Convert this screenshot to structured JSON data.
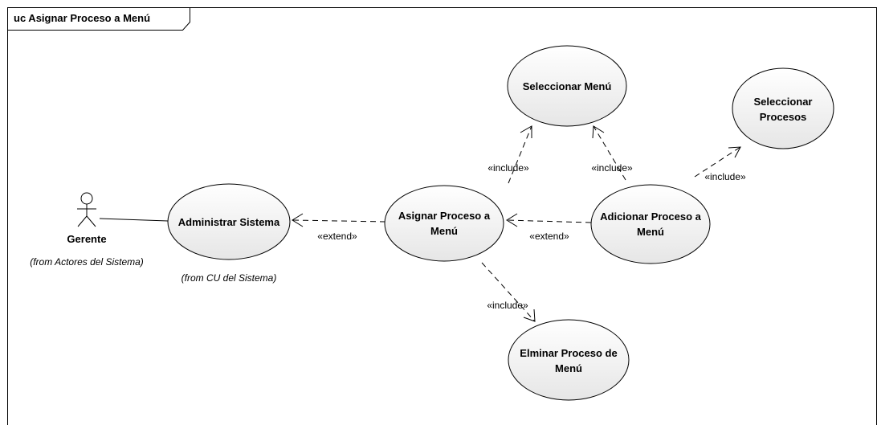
{
  "frame": {
    "title": "uc Asignar Proceso a Menú"
  },
  "actor": {
    "name": "Gerente",
    "note": "(from Actores del Sistema)"
  },
  "use_cases": {
    "administrar": {
      "lines": [
        "Administrar Sistema"
      ],
      "note": "(from CU del Sistema)"
    },
    "asignar": {
      "lines": [
        "Asignar Proceso a",
        "Menú"
      ]
    },
    "adicionar": {
      "lines": [
        "Adicionar Proceso a",
        "Menú"
      ]
    },
    "seleccionar_menu": {
      "lines": [
        "Seleccionar Menú"
      ]
    },
    "seleccionar_procesos": {
      "lines": [
        "Seleccionar",
        "Procesos"
      ]
    },
    "eliminar": {
      "lines": [
        "Elminar Proceso de",
        "Menú"
      ]
    }
  },
  "relations": {
    "extend_label": "«extend»",
    "include_label": "«include»"
  },
  "colors": {
    "ellipse_fill_top": "#ffffff",
    "ellipse_fill_bottom": "#ebebeb",
    "stroke": "#000000"
  }
}
